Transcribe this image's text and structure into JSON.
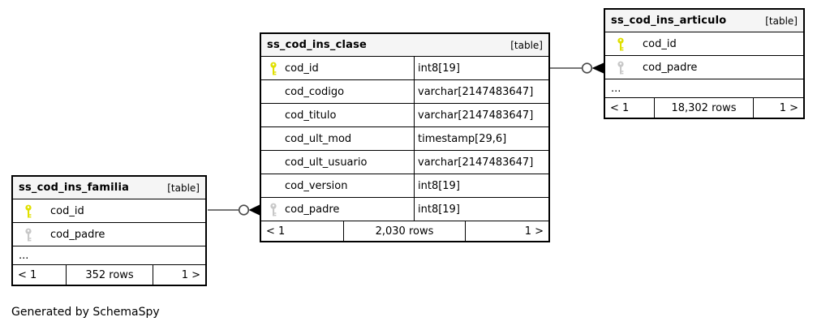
{
  "diagram": {
    "note": "Generated by SchemaSpy",
    "colors": {
      "primary_key": "#e0e000",
      "foreign_key": "#c8c8c8",
      "header_bg": "#f5f5f5",
      "border": "#000000",
      "relation_line": "#4a4a4a"
    },
    "tables": [
      {
        "key": "clase",
        "title": "ss_cod_ins_clase",
        "badge": "[table]",
        "columns": [
          {
            "name": "cod_id",
            "type": "int8[19]",
            "keytype": "primary"
          },
          {
            "name": "cod_codigo",
            "type": "varchar[2147483647]",
            "keytype": ""
          },
          {
            "name": "cod_titulo",
            "type": "varchar[2147483647]",
            "keytype": ""
          },
          {
            "name": "cod_ult_mod",
            "type": "timestamp[29,6]",
            "keytype": ""
          },
          {
            "name": "cod_ult_usuario",
            "type": "varchar[2147483647]",
            "keytype": ""
          },
          {
            "name": "cod_version",
            "type": "int8[19]",
            "keytype": ""
          },
          {
            "name": "cod_padre",
            "type": "int8[19]",
            "keytype": "foreign"
          }
        ],
        "ellipsis": "",
        "footer": {
          "prev": "< 1",
          "count": "2,030 rows",
          "next": "1 >"
        }
      },
      {
        "key": "articulo",
        "title": "ss_cod_ins_articulo",
        "badge": "[table]",
        "columns": [
          {
            "name": "cod_id",
            "type": "",
            "keytype": "primary"
          },
          {
            "name": "cod_padre",
            "type": "",
            "keytype": "foreign"
          }
        ],
        "ellipsis": "...",
        "footer": {
          "prev": "< 1",
          "count": "18,302 rows",
          "next": "1 >"
        }
      },
      {
        "key": "familia",
        "title": "ss_cod_ins_familia",
        "badge": "[table]",
        "columns": [
          {
            "name": "cod_id",
            "type": "",
            "keytype": "primary"
          },
          {
            "name": "cod_padre",
            "type": "",
            "keytype": "foreign"
          }
        ],
        "ellipsis": "...",
        "footer": {
          "prev": "< 1",
          "count": "352 rows",
          "next": "1 >"
        }
      }
    ],
    "relations": [
      {
        "from": "ss_cod_ins_clase.cod_id",
        "to": "ss_cod_ins_articulo.cod_padre"
      },
      {
        "from": "ss_cod_ins_familia.cod_id",
        "to": "ss_cod_ins_clase.cod_padre"
      }
    ]
  }
}
